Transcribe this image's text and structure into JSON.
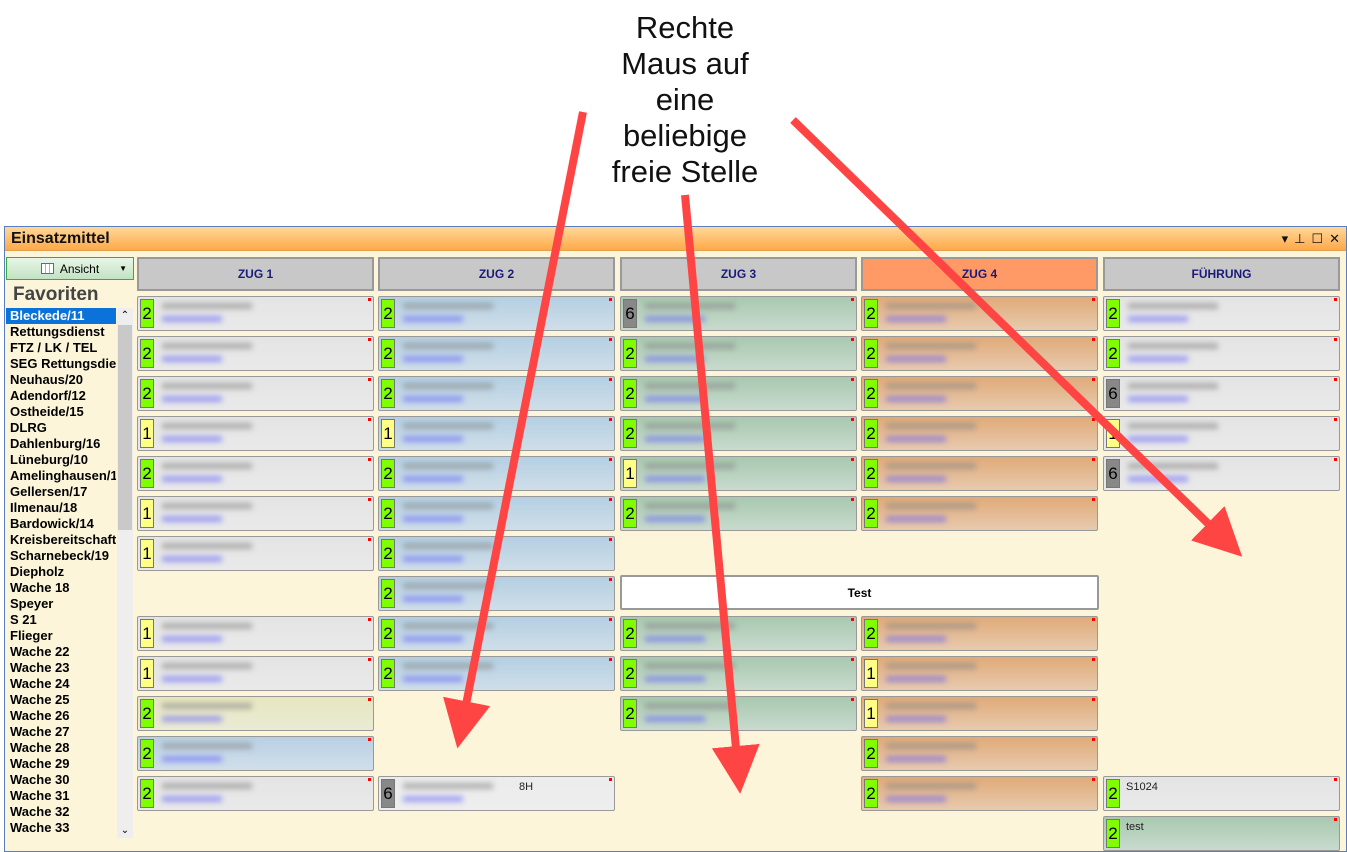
{
  "annotation": [
    "Rechte",
    "Maus auf",
    "eine",
    "beliebige",
    "freie Stelle"
  ],
  "panel": {
    "title": "Einsatzmittel",
    "ctrls": [
      "▾",
      "⊥",
      "☐",
      "✕"
    ],
    "view_button": "Ansicht",
    "favorites_label": "Favoriten"
  },
  "sidebar": [
    "Bleckede/11",
    "Rettungsdienst",
    "FTZ / LK / TEL",
    "SEG Rettungsdie",
    "Neuhaus/20",
    "Adendorf/12",
    "Ostheide/15",
    "DLRG",
    "Dahlenburg/16",
    "Lüneburg/10",
    "Amelinghausen/1",
    "Gellersen/17",
    "Ilmenau/18",
    "Bardowick/14",
    "Kreisbereitschaft",
    "Scharnebeck/19",
    "Diepholz",
    "Wache 18",
    "Speyer",
    "S 21",
    "Flieger",
    "Wache 22",
    "Wache 23",
    "Wache 24",
    "Wache 25",
    "Wache 26",
    "Wache 27",
    "Wache 28",
    "Wache 29",
    "Wache 30",
    "Wache 31",
    "Wache 32",
    "Wache 33"
  ],
  "columns": [
    {
      "title": "ZUG 1",
      "header_color": "#c8c8c8",
      "card_color": "#e4e4e4",
      "cards": [
        [
          0,
          "2"
        ],
        [
          1,
          "2"
        ],
        [
          2,
          "2"
        ],
        [
          3,
          "1"
        ],
        [
          4,
          "2"
        ],
        [
          5,
          "1"
        ],
        [
          6,
          "1"
        ],
        [
          8,
          "1"
        ],
        [
          9,
          "1"
        ],
        [
          10,
          "2",
          "#e6e6c0"
        ],
        [
          11,
          "2",
          "#b8d0e4"
        ],
        [
          12,
          "2"
        ]
      ]
    },
    {
      "title": "ZUG 2",
      "header_color": "#c8c8c8",
      "card_color": "#b4cfe2",
      "cards": [
        [
          0,
          "2"
        ],
        [
          1,
          "2"
        ],
        [
          2,
          "2"
        ],
        [
          3,
          "1"
        ],
        [
          4,
          "2"
        ],
        [
          5,
          "2"
        ],
        [
          6,
          "2"
        ],
        [
          7,
          "2"
        ],
        [
          8,
          "2"
        ],
        [
          9,
          "2"
        ],
        [
          12,
          "6",
          "#ececec",
          "8H"
        ]
      ]
    },
    {
      "title": "ZUG 3",
      "header_color": "#c8c8c8",
      "card_color": "#a8c8b0",
      "cards": [
        [
          0,
          "6"
        ],
        [
          1,
          "2"
        ],
        [
          2,
          "2"
        ],
        [
          3,
          "2"
        ],
        [
          4,
          "1"
        ],
        [
          5,
          "2"
        ],
        [
          8,
          "2"
        ],
        [
          9,
          "2"
        ],
        [
          10,
          "2"
        ]
      ]
    },
    {
      "title": "ZUG 4",
      "header_color": "#ff9966",
      "card_color": "#e0aa78",
      "cards": [
        [
          0,
          "2"
        ],
        [
          1,
          "2"
        ],
        [
          2,
          "2"
        ],
        [
          3,
          "2"
        ],
        [
          4,
          "2"
        ],
        [
          5,
          "2"
        ],
        [
          8,
          "2"
        ],
        [
          9,
          "1"
        ],
        [
          10,
          "1"
        ],
        [
          11,
          "2"
        ],
        [
          12,
          "2"
        ]
      ]
    },
    {
      "title": "FÜHRUNG",
      "header_color": "#c8c8c8",
      "card_color": "#e4e4e4",
      "cards": [
        [
          0,
          "2"
        ],
        [
          1,
          "2"
        ],
        [
          2,
          "6"
        ],
        [
          3,
          "1"
        ],
        [
          4,
          "6"
        ],
        [
          12,
          "2",
          "#e4e4e4",
          "S1024"
        ],
        [
          13,
          "2",
          "#a8c8b0",
          "test"
        ]
      ]
    }
  ],
  "test_card": "Test",
  "badge_colors": {
    "1": "#ffff88",
    "2": "#80ff00",
    "6": "#888888"
  }
}
